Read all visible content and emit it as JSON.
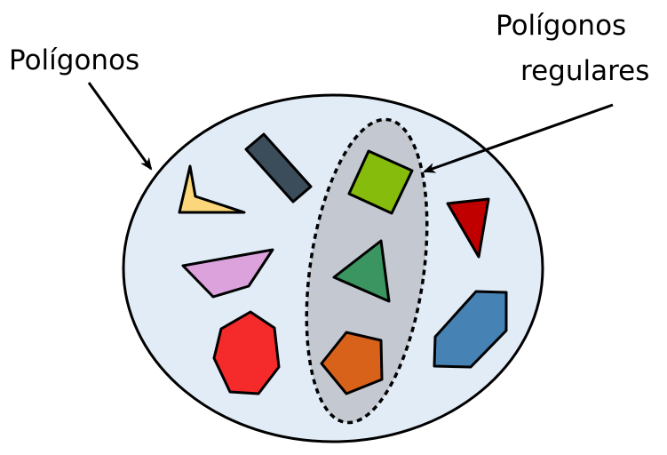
{
  "labels": {
    "polygons": "Polígonos",
    "regular_polygons_line1": "Polígonos",
    "regular_polygons_line2": "regulares"
  },
  "colors": {
    "outer_set": "#e1ecf7",
    "regular_set": "#c3c8d1",
    "dart": "#fbd67a",
    "rectangle": "#3b4d5a",
    "square": "#86bc0b",
    "red_triangle": "#c00000",
    "equilateral_triangle": "#3a9560",
    "trapezoid": "#dba2dc",
    "octagon": "#f52a2a",
    "pentagon": "#d8621a",
    "hexagon": "#4682b4"
  }
}
